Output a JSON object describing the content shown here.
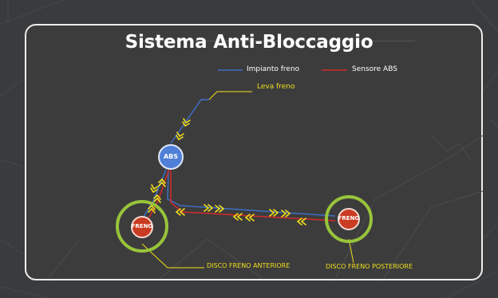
{
  "title": "Sistema Anti-Bloccaggio",
  "legend": {
    "brake_system": "Impianto freno",
    "abs_sensor": "Sensore ABS"
  },
  "labels": {
    "brake_lever": "Leva freno",
    "front_disc": "DISCO FRENO ANTERIORE",
    "rear_disc": "DISCO FRENO POSTERIORE"
  },
  "nodes": {
    "abs": "ABS",
    "front_brake": "FRENO",
    "rear_brake": "FRENO"
  },
  "colors": {
    "brake_line": "#3f6fc4",
    "sensor_line": "#d42a2a",
    "label_yellow": "#f2df1a",
    "ring_green": "#98c43a",
    "abs_node": "#4f7fd6",
    "brake_node": "#c93b22",
    "chevron": "#f2df1a"
  }
}
